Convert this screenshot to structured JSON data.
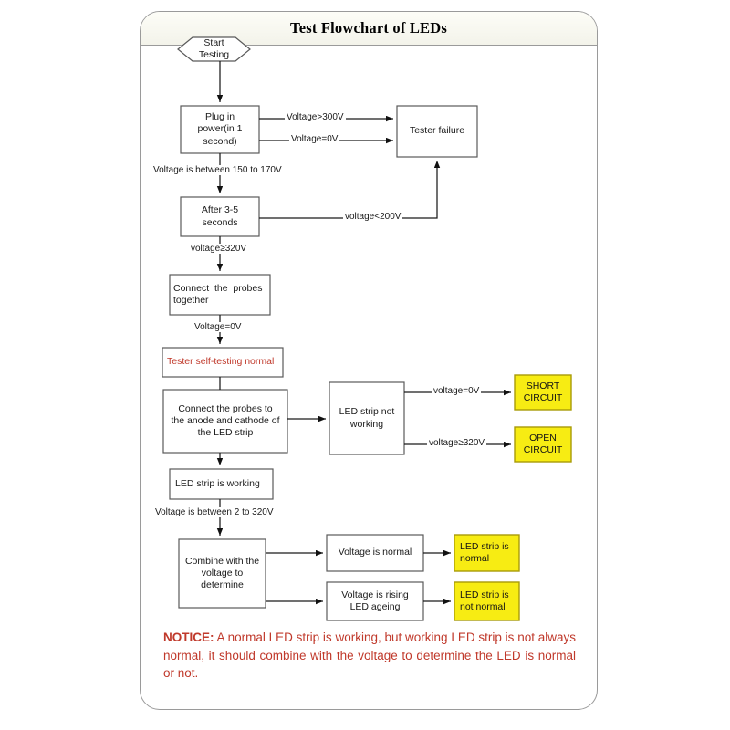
{
  "card": {
    "title": "Test Flowchart of LEDs",
    "accent_red": "#c0392b",
    "yellow_fill": "#f7ec13",
    "yellow_border": "#a99b08",
    "box_border": "#595959"
  },
  "nodes": {
    "start": "Start\nTesting",
    "plug_in": "Plug in\npower(in 1\nsecond)",
    "tester_failure": "Tester failure",
    "after_seconds": "After 3-5\nseconds",
    "connect_probes_together": "Connect  the  probes\ntogether",
    "self_testing_normal": "Tester self-testing normal",
    "connect_anode_cathode": "Connect the probes to\nthe anode and cathode of\nthe LED strip",
    "led_not_working": "LED strip not\nworking",
    "short_circuit": "SHORT\nCIRCUIT",
    "open_circuit": "OPEN\nCIRCUIT",
    "led_is_working": "LED strip is working",
    "combine_voltage": "Combine with the\nvoltage to\ndetermine",
    "voltage_normal": "Voltage is normal",
    "voltage_rising": "Voltage is rising\nLED ageing",
    "led_normal": "LED strip is\nnormal",
    "led_not_normal": "LED strip is\nnot normal"
  },
  "edges": {
    "voltage_gt_300": "Voltage>300V",
    "voltage_eq_0_top": "Voltage=0V",
    "voltage_150_170": "Voltage is between 150 to 170V",
    "voltage_lt_200": "voltage<200V",
    "voltage_ge_320_a": "voltage≥320V",
    "voltage_eq_0_probes": "Voltage=0V",
    "voltage_eq_0_short": "voltage=0V",
    "voltage_ge_320_open": "voltage≥320V",
    "voltage_2_320": "Voltage is between 2 to 320V"
  },
  "notice": {
    "label": "NOTICE:",
    "text": " A normal LED strip is working, but working LED strip is not always normal, it should combine with the voltage to determine the LED is normal or not."
  }
}
